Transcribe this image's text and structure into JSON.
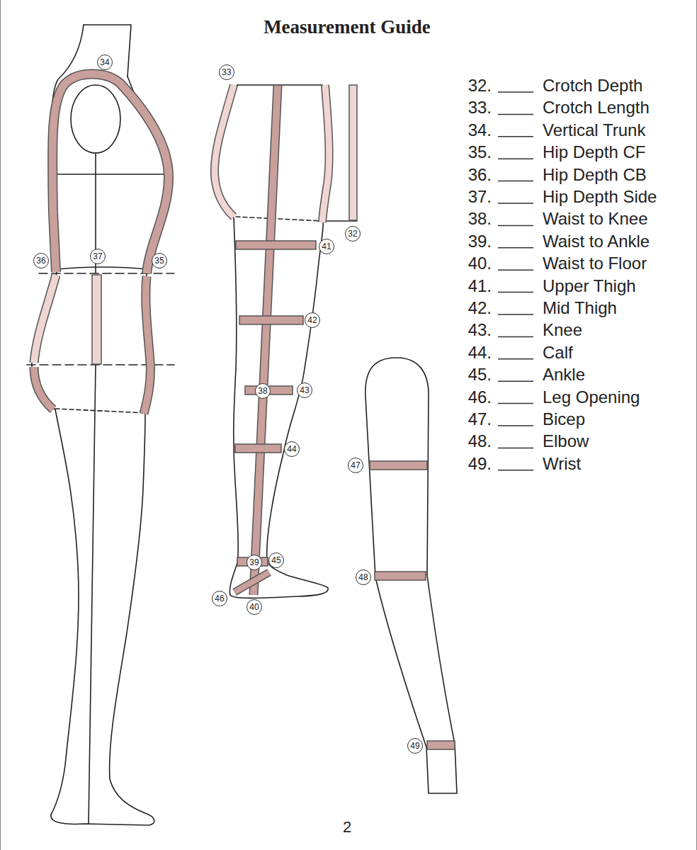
{
  "diagram": {
    "title": "Measurement Guide",
    "nodes": [
      {
        "text": [
          "34"
        ]
      },
      {
        "text": [
          "33"
        ]
      },
      {
        "text": [
          "32"
        ]
      },
      {
        "text": [
          "36"
        ]
      },
      {
        "text": [
          "37"
        ]
      },
      {
        "text": [
          "35"
        ]
      },
      {
        "text": [
          "41"
        ]
      },
      {
        "text": [
          "42"
        ]
      },
      {
        "text": [
          "38"
        ]
      },
      {
        "text": [
          "43"
        ]
      },
      {
        "text": [
          "44"
        ]
      },
      {
        "text": [
          "47"
        ]
      },
      {
        "text": [
          "39"
        ]
      },
      {
        "text": [
          "45"
        ]
      },
      {
        "text": [
          "40"
        ]
      },
      {
        "text": [
          "46"
        ]
      },
      {
        "text": [
          "48"
        ]
      },
      {
        "text": [
          "49"
        ]
      }
    ],
    "labels": [
      "32.",
      "Crotch Depth",
      "33.",
      "Crotch Length",
      "34.",
      "Vertical Trunk",
      "35.",
      "Hip Depth CF",
      "36.",
      "Hip Depth CB",
      "37.",
      "Hip Depth Side",
      "38.",
      "Waist to Knee",
      "39.",
      "Waist to Ankle",
      "40.",
      "Waist to Floor",
      "41.",
      "Upper Thigh",
      "42.",
      "Mid Thigh",
      "43.",
      "Knee",
      "44.",
      "Calf",
      "45.",
      "Ankle",
      "46.",
      "Leg Opening",
      "47.",
      "Bicep",
      "48.",
      "Elbow",
      "49.",
      "Wrist",
      "2"
    ]
  }
}
